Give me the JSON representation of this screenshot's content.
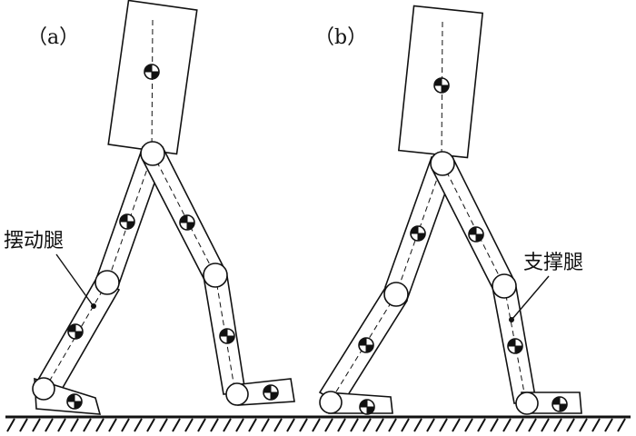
{
  "panels": [
    {
      "label": "（a）",
      "annotation": "摆动腿"
    },
    {
      "label": "（b）",
      "annotation": "支撑腿"
    }
  ],
  "colors": {
    "stroke": "#111111",
    "fill": "#ffffff"
  },
  "icons": {
    "com_marker": "center-of-mass-icon",
    "ground": "hatched-ground"
  }
}
